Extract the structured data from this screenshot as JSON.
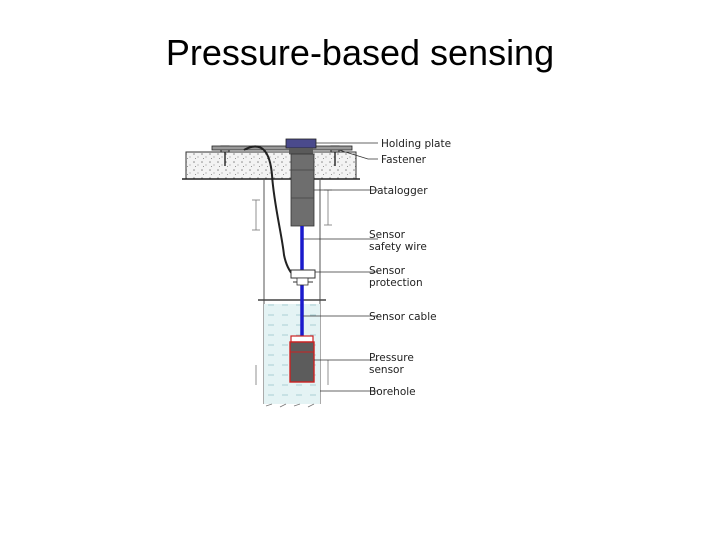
{
  "slide": {
    "title": "Pressure-based sensing"
  },
  "diagram": {
    "labels": {
      "holding_plate": "Holding plate",
      "fastener": "Fastener",
      "datalogger": "Datalogger",
      "safety_wire_1": "Sensor",
      "safety_wire_2": "safety wire",
      "protection_1": "Sensor",
      "protection_2": "protection",
      "sensor_cable": "Sensor cable",
      "pressure_sensor_1": "Pressure",
      "pressure_sensor_2": "sensor",
      "borehole": "Borehole"
    },
    "colors": {
      "cable": "#1a1acc",
      "sensor_outline": "#cc2222",
      "logger": "#6e6e6e",
      "cap": "#4a4a8c",
      "water": "#dff0f2"
    }
  }
}
